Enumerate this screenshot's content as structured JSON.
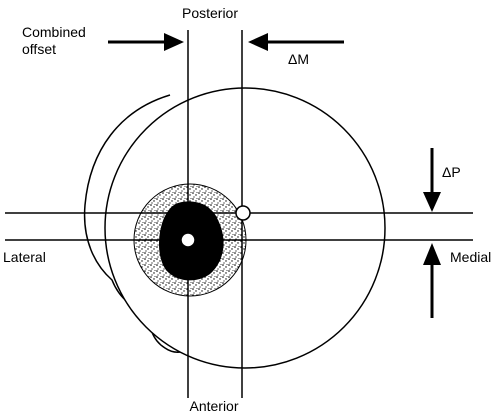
{
  "labels": {
    "posterior": "Posterior",
    "anterior": "Anterior",
    "lateral": "Lateral",
    "medial": "Medial",
    "combined_offset_line1": "Combined",
    "combined_offset_line2": "offset",
    "delta_m": "ΔM",
    "delta_p": "ΔP"
  },
  "colors": {
    "ink": "#000000",
    "paper": "#ffffff"
  }
}
